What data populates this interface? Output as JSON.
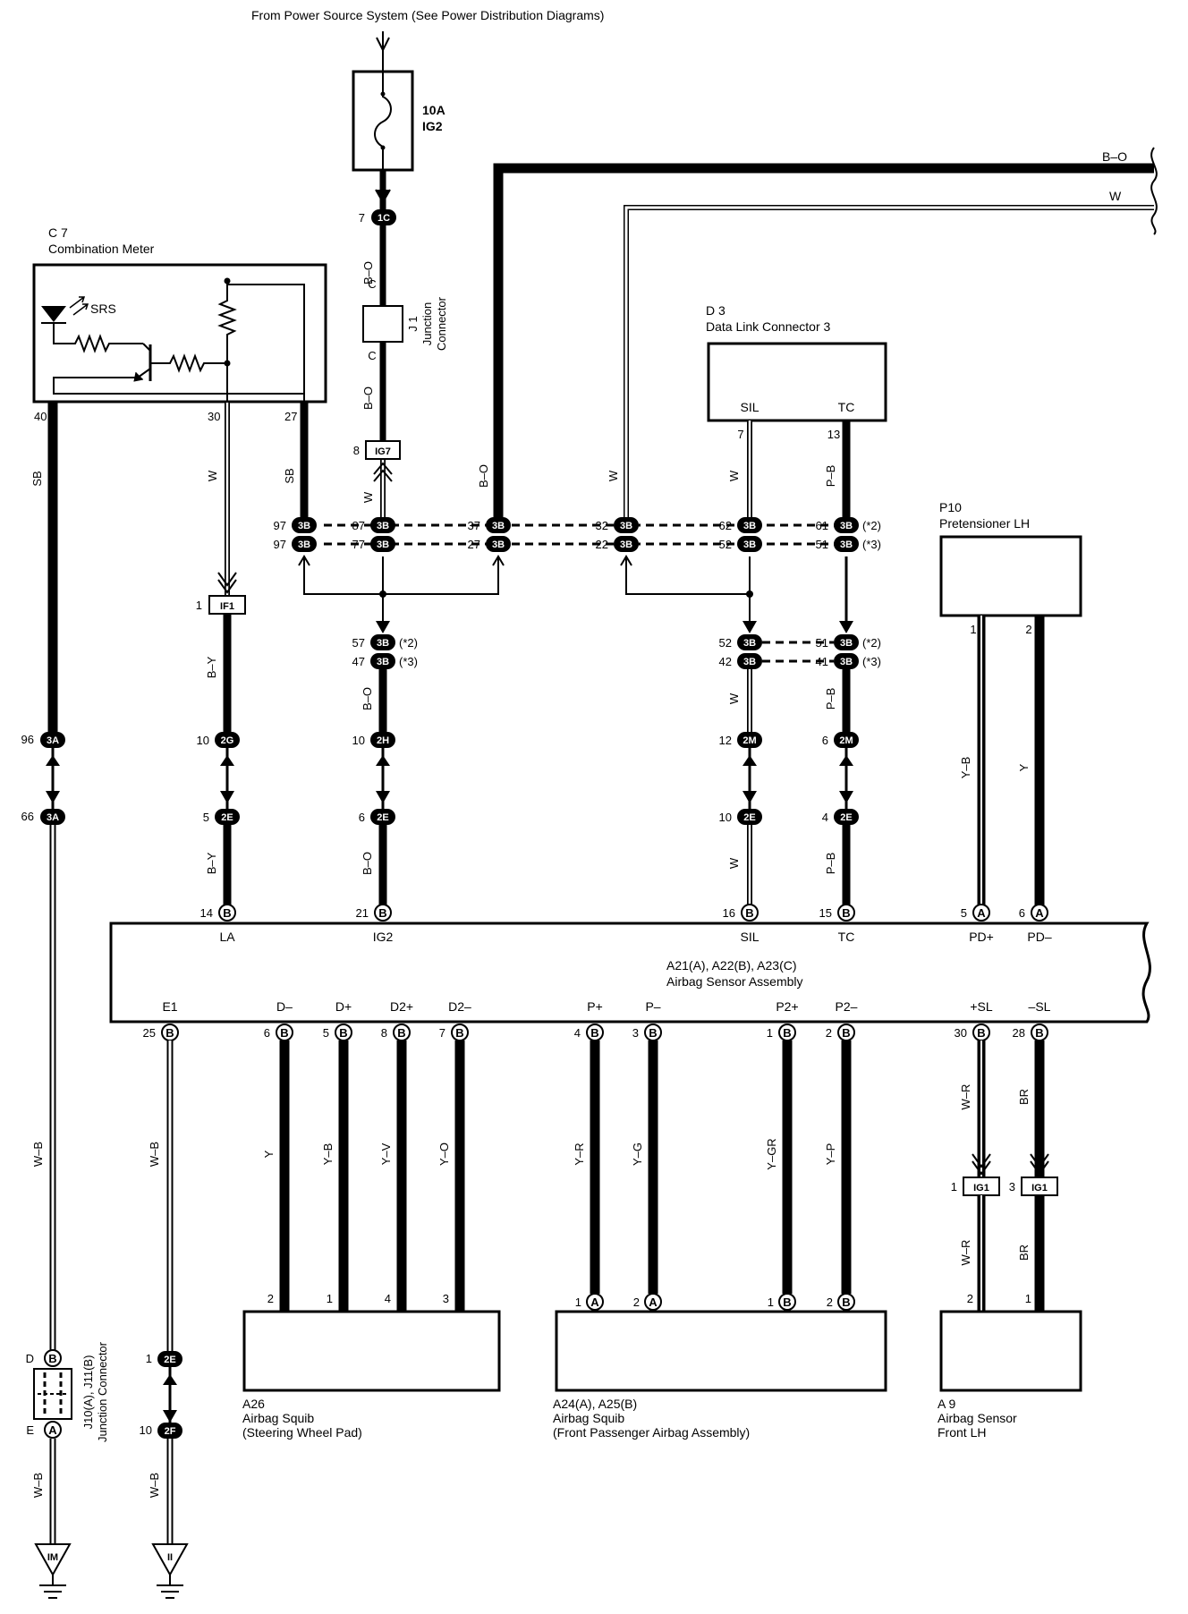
{
  "header": {
    "source_note": "From Power Source System  (See Power Distribution Diagrams)"
  },
  "fuse": {
    "rating": "10A",
    "name": "IG2"
  },
  "trunk_wires": {
    "bo": "B–O",
    "w": "W"
  },
  "components": {
    "c7": {
      "code": "C 7",
      "name": "Combination Meter",
      "srs": "SRS",
      "pin40": "40",
      "pin30": "30",
      "pin27": "27"
    },
    "j1": {
      "code": "J 1",
      "name1": "Junction",
      "name2": "Connector",
      "pin_top": "C",
      "pin_bot": "C"
    },
    "d3": {
      "code": "D 3",
      "name": "Data Link Connector 3",
      "sil": "SIL",
      "tc": "TC",
      "pin7": "7",
      "pin13": "13"
    },
    "p10": {
      "code": "P10",
      "name": "Pretensioner LH",
      "pin1": "1",
      "pin2": "2"
    },
    "main": {
      "codes": "A21(A), A22(B), A23(C)",
      "name": "Airbag Sensor Assembly",
      "top_terms": [
        "LA",
        "IG2",
        "SIL",
        "TC",
        "PD+",
        "PD–"
      ],
      "bottom_terms": [
        "E1",
        "D–",
        "D+",
        "D2+",
        "D2–",
        "P+",
        "P–",
        "P2+",
        "P2–",
        "+SL",
        "–SL"
      ]
    },
    "a26": {
      "code": "A26",
      "name1": "Airbag Squib",
      "name2": "(Steering Wheel Pad)"
    },
    "a24": {
      "code": "A24(A), A25(B)",
      "name1": "Airbag Squib",
      "name2": "(Front Passenger Airbag Assembly)"
    },
    "a9": {
      "code": "A 9",
      "name1": "Airbag Sensor",
      "name2": "Front LH"
    },
    "j10": {
      "name1": "J10(A), J11(B)",
      "name2": "Junction Connector",
      "pin_d": "D",
      "pin_e": "E"
    }
  },
  "connectors": {
    "1c": "1C",
    "ig7": "IG7",
    "3b": "3B",
    "if1": "IF1",
    "3a": "3A",
    "2g": "2G",
    "2h": "2H",
    "2m": "2M",
    "2e": "2E",
    "ig1": "IG1",
    "2f": "2F",
    "b": "B",
    "a": "A"
  },
  "notes": {
    "n2": "(*2)",
    "n3": "(*3)"
  },
  "grounds": {
    "im": "IM",
    "ii": "II"
  },
  "wire_colors": {
    "sb": "SB",
    "w": "W",
    "bo": "B–O",
    "by": "B–Y",
    "pb": "P–B",
    "yb": "Y–B",
    "y": "Y",
    "wb": "W–B",
    "yv": "Y–V",
    "yo": "Y–O",
    "yr": "Y–R",
    "yg": "Y–G",
    "ygr": "Y–GR",
    "yp": "Y–P",
    "wr": "W–R",
    "br": "BR"
  },
  "pins": {
    "p7": "7",
    "p8": "8",
    "p97": "97",
    "p87": "87",
    "p77": "77",
    "p37": "37",
    "p27": "27",
    "p32": "32",
    "p22": "22",
    "p62": "62",
    "p52": "52",
    "p61": "61",
    "p51": "51",
    "p1": "1",
    "p57": "57",
    "p47": "47",
    "p42": "42",
    "p41": "41",
    "p96": "96",
    "p10": "10",
    "p12": "12",
    "p6": "6",
    "p66": "66",
    "p5": "5",
    "p4": "4",
    "p14": "14",
    "p21": "21",
    "p16": "16",
    "p15": "15",
    "p25": "25",
    "p3": "3",
    "p2": "2",
    "p30": "30",
    "p28": "28"
  }
}
